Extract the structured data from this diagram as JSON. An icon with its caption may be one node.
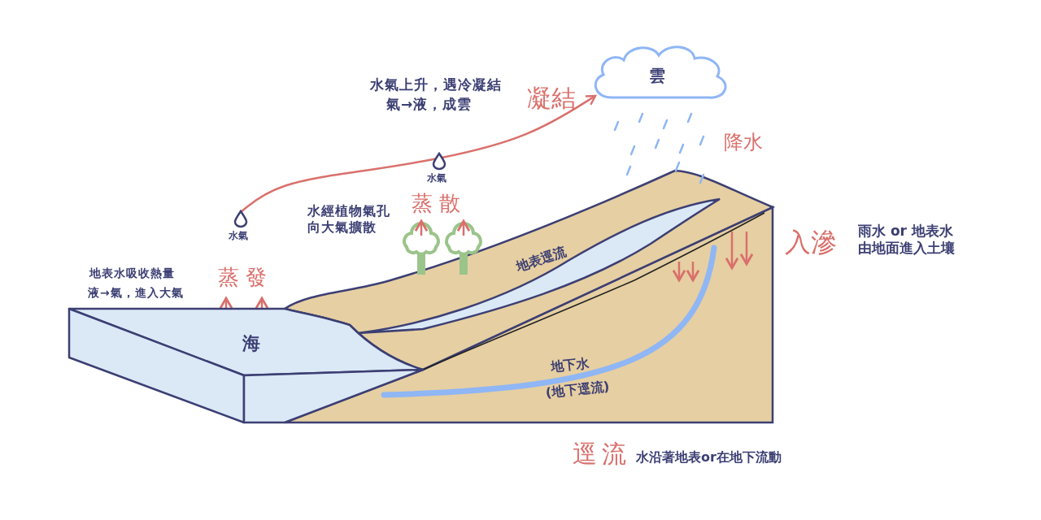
{
  "diagram": {
    "nodes": [
      {
        "text": [
          "雲"
        ]
      },
      {
        "text": [
          "水氣"
        ]
      },
      {
        "text": [
          "水氣"
        ]
      },
      {
        "text": [
          "海"
        ]
      }
    ],
    "edges": [
      {
        "from": 1,
        "to": 0,
        "arrow": "to"
      }
    ],
    "labels": [
      "水氣上升，遇冷凝結",
      "氣→液，成雲",
      "凝結",
      "降水",
      "蒸散",
      "水經植物氣孔向大氣擴散",
      "入滲",
      "雨水 or 地表水由地面進入土壤",
      "地表水吸收熱量",
      "液→氣，進入大氣",
      "蒸發",
      "地表逕流",
      "地下水",
      "(地下逕流)",
      "逕流",
      "水沿著地表or在地下流動"
    ]
  }
}
